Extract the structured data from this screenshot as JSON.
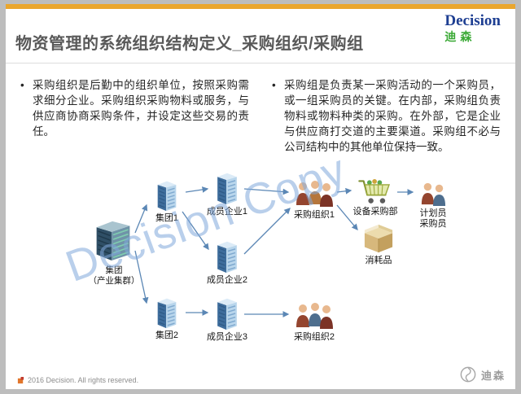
{
  "header": {
    "title": "物资管理的系统组织结构定义_采购组织/采购组",
    "logo_text": "Decision",
    "logo_sub": "迪森"
  },
  "bullets": {
    "left": "采购组织是后勤中的组织单位，按照采购需求细分企业。采购组织采购物料或服务，与供应商协商采购条件，并设定这些交易的责任。",
    "right": "采购组是负责某一采购活动的一个采购员，或一组采购员的关键。在内部，采购组负责物料或物料种类的采购。在外部，它是企业与供应商打交道的主要渠道。采购组不必与公司结构中的其他单位保持一致。"
  },
  "diagram": {
    "watermark": "Decision Copy",
    "nodes": {
      "group": {
        "label": "集团\n（产业集群）",
        "icon": "headquarters-building-icon"
      },
      "group1": {
        "label": "集团1",
        "icon": "office-building-icon"
      },
      "group2": {
        "label": "集团2",
        "icon": "office-building-icon"
      },
      "member1": {
        "label": "成员企业1",
        "icon": "office-building-icon"
      },
      "member2": {
        "label": "成员企业2",
        "icon": "office-building-icon"
      },
      "member3": {
        "label": "成员企业3",
        "icon": "office-building-icon"
      },
      "porg1": {
        "label": "采购组织1",
        "icon": "people-group-icon"
      },
      "porg2": {
        "label": "采购组织2",
        "icon": "people-group-icon"
      },
      "equipment_dept": {
        "label": "设备采购部",
        "icon": "shopping-cart-icon"
      },
      "consumables": {
        "label": "消耗品",
        "icon": "supply-box-icon"
      },
      "planner": {
        "label": "计划员\n采购员",
        "icon": "people-pair-icon"
      }
    }
  },
  "footer": {
    "copyright": "2016 Decision. All rights reserved.",
    "brand": "迪森"
  },
  "colors": {
    "accent_bar": "#EAA62E",
    "title_gray": "#595959",
    "logo_blue": "#1D3E92",
    "logo_green": "#3AA935",
    "arrow_blue": "#5B87B5",
    "watermark_blue": "#80A7DB"
  }
}
